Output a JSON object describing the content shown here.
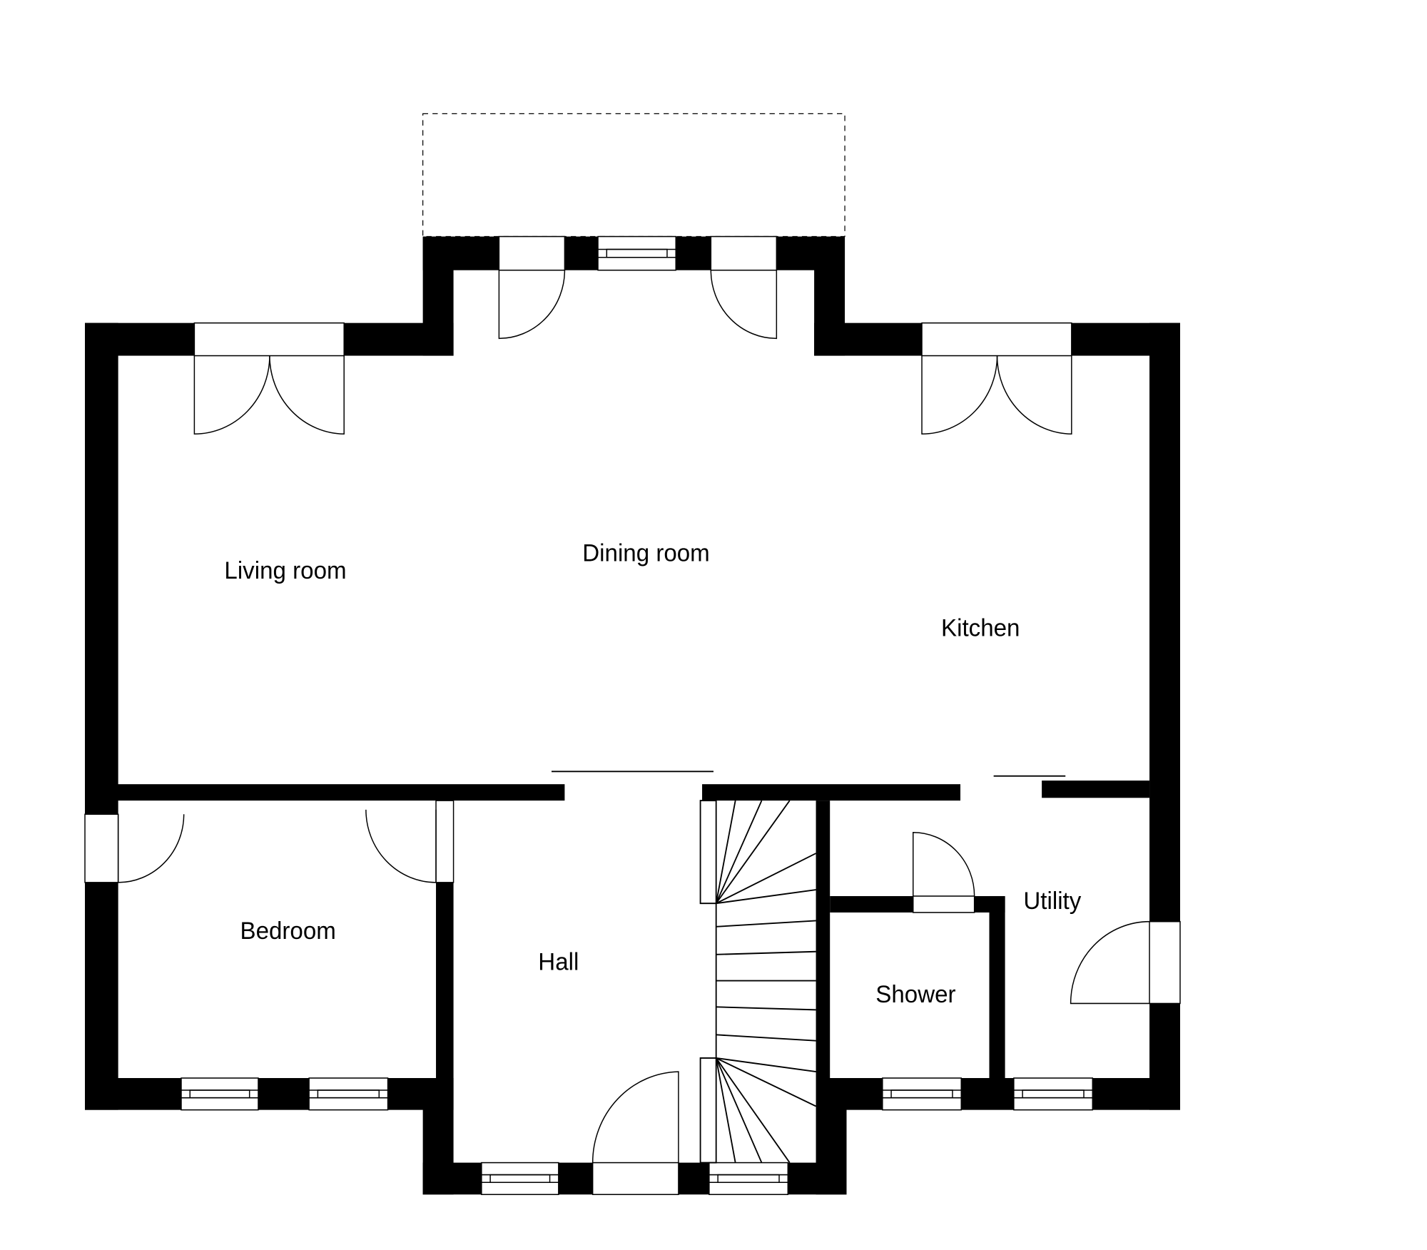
{
  "rooms": {
    "living": "Living room",
    "dining": "Dining room",
    "kitchen": "Kitchen",
    "bedroom": "Bedroom",
    "hall": "Hall",
    "utility": "Utility",
    "shower": "Shower"
  },
  "colors": {
    "wall": "#000000",
    "background": "#ffffff"
  }
}
